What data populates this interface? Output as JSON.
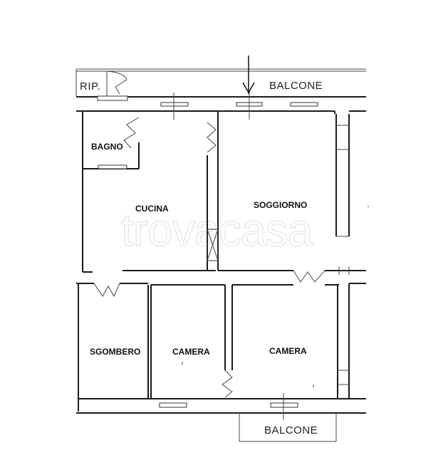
{
  "rooms": {
    "rip": "RIP.",
    "balcone_top": "BALCONE",
    "bagno": "BAGNO",
    "cucina": "CUCINA",
    "soggiorno": "SOGGIORNO",
    "sgombero": "SGOMBERO",
    "camera_1": "CAMERA",
    "camera_2": "CAMERA",
    "balcone_bottom": "BALCONE"
  },
  "watermark": "trovacasa"
}
